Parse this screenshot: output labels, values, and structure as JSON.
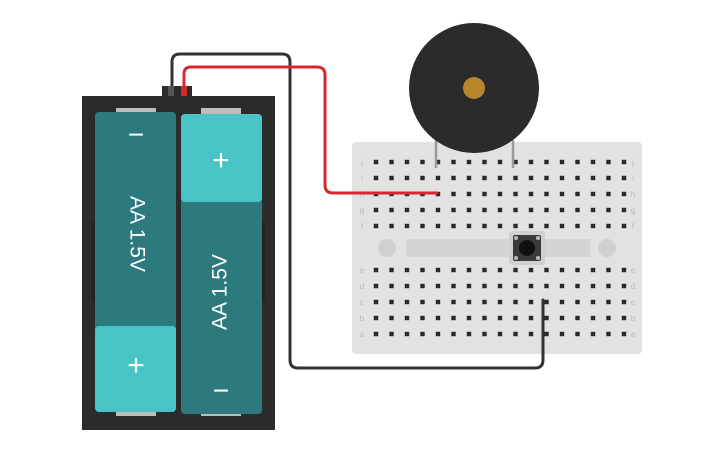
{
  "battery_pack": {
    "cells": [
      {
        "label": "AA 1.5V",
        "neg_symbol": "−",
        "pos_symbol": "+"
      },
      {
        "label": "AA 1.5V",
        "neg_symbol": "−",
        "pos_symbol": "+"
      }
    ]
  },
  "wires": [
    {
      "name": "red-wire",
      "color": "#d7282f"
    },
    {
      "name": "black-wire",
      "color": "#333333"
    }
  ],
  "buzzer": {
    "body_color": "#2b2b2b",
    "center_color": "#b8872a"
  },
  "pushbutton": {
    "body_color": "#3a3a3a"
  },
  "breadboard": {
    "color": "#e2e2e2",
    "columns": 17,
    "row_letters_top": [
      "j",
      "i",
      "h",
      "g",
      "f"
    ],
    "row_letters_bottom": [
      "e",
      "d",
      "c",
      "b",
      "a"
    ]
  },
  "colors": {
    "holder": "#2b2b2b",
    "cell_dark": "#2d7a7e",
    "cell_light": "#4ac3c7"
  }
}
